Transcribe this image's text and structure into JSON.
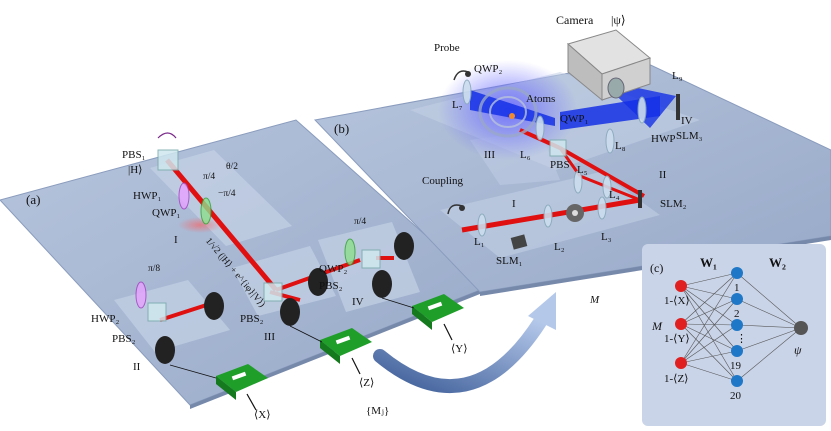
{
  "panels": {
    "a": {
      "label": "(a)",
      "components": {
        "pbs1": "PBS₁",
        "h_state": "|H⟩",
        "hwp1": "HWP₁",
        "qwp1": "QWP₁",
        "stage_1": "I",
        "angle_pi4_top": "π/4",
        "angle_theta2": "θ/2",
        "angle_neg_pi4": "−π/4",
        "state_expr": "1/√2 (|H⟩ + e^{iφ}|V⟩)",
        "hwp2": "HWP₂",
        "pbs2_left": "PBS₂",
        "stage_2": "II",
        "angle_pi8": "π/8",
        "pbs2_mid": "PBS₂",
        "stage_3": "III",
        "qwp2": "QWP₂",
        "pbs2_right": "PBS₂",
        "stage_4": "IV",
        "angle_pi4_right": "π/4",
        "exp_x": "⟨X⟩",
        "exp_z": "⟨Z⟩",
        "exp_y": "⟨Y⟩",
        "mj": "{Mⱼ}"
      }
    },
    "b": {
      "label": "(b)",
      "components": {
        "camera": "Camera",
        "psi_ket": "|ψ⟩",
        "probe": "Probe",
        "qwp2": "QWP₂",
        "l7": "L₇",
        "atoms": "Atoms",
        "l9": "L₉",
        "qwp1": "QWP₁",
        "stage_4": "IV",
        "slm3": "SLM₃",
        "hwp": "HWP",
        "l8": "L₈",
        "stage_3": "III",
        "l6": "L₆",
        "pbs": "PBS",
        "l5": "L₅",
        "l4": "L₄",
        "stage_2": "II",
        "coupling": "Coupling",
        "stage_1": "I",
        "slm2": "SLM₂",
        "l1": "L₁",
        "l2": "L₂",
        "l3": "L₃",
        "slm1": "SLM₁",
        "m_label": "M"
      }
    },
    "c": {
      "label": "(c)",
      "w1": "W₁",
      "w2": "W₂",
      "m": "M",
      "inputs": [
        "1-⟨X⟩",
        "1-⟨Y⟩",
        "1-⟨Z⟩"
      ],
      "hidden": [
        "1",
        "2",
        "⋮",
        "19",
        "20"
      ],
      "output": "ψ"
    }
  },
  "colors": {
    "platform": "#a7b7d3",
    "platform_edge": "#8a9cbd",
    "beam_red": "#e01010",
    "beam_blue": "#1430e6",
    "detector_green": "#22aa22",
    "node_red": "#e02020",
    "node_blue": "#1f77c8",
    "node_gray": "#555555",
    "arrow_blue": "#7d9bd0"
  }
}
